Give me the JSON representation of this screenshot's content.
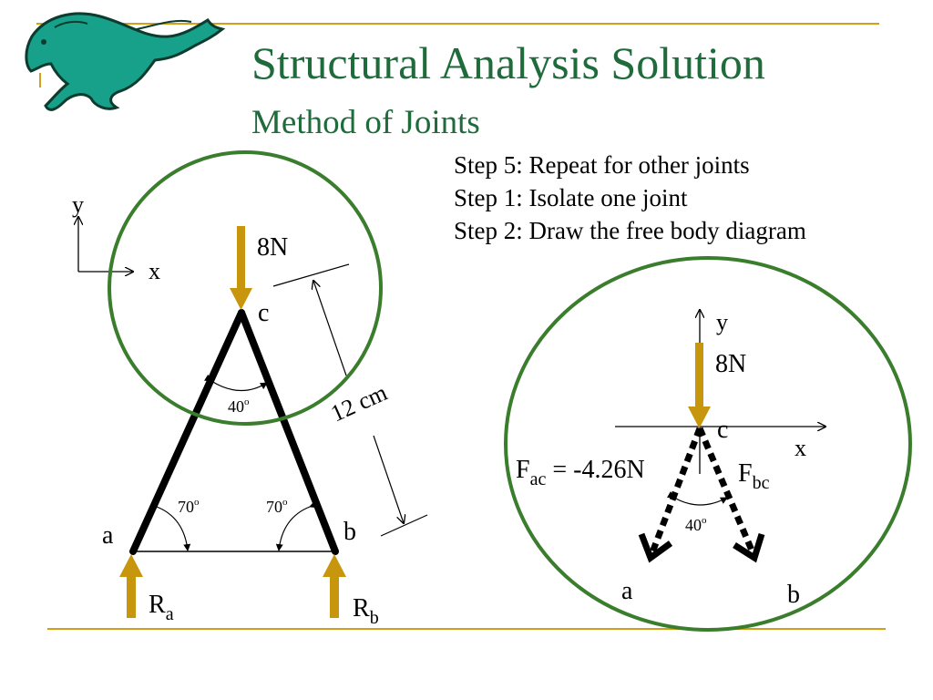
{
  "slide": {
    "title": "Structural Analysis Solution",
    "subtitle": "Method of Joints",
    "steps": [
      "Step 5:  Repeat for other joints",
      "Step 1:  Isolate one joint",
      "Step 2:  Draw the free body diagram"
    ]
  },
  "colors": {
    "title": "#1f6b3b",
    "gold_rule": "#d4a017",
    "force_arrow": "#c8960c",
    "circle": "#3a7d2c",
    "mustang_body": "#17a08a"
  },
  "truss": {
    "axis_y": "y",
    "axis_x": "x",
    "load": "8N",
    "node_c": "c",
    "node_a": "a",
    "node_b": "b",
    "angle_top": "40",
    "angle_sup": "o",
    "angle_left": "70",
    "angle_right": "70",
    "length": "12 cm",
    "reaction_a_main": "R",
    "reaction_a_sub": "a",
    "reaction_b_main": "R",
    "reaction_b_sub": "b"
  },
  "fbd": {
    "axis_y": "y",
    "axis_x": "x",
    "load": "8N",
    "node_c": "c",
    "fac_main": "F",
    "fac_sub": "ac",
    "fac_value": " = -4.26N",
    "fbc_main": "F",
    "fbc_sub": "bc",
    "angle": "40",
    "angle_sup": "o",
    "node_a": "a",
    "node_b": "b"
  }
}
